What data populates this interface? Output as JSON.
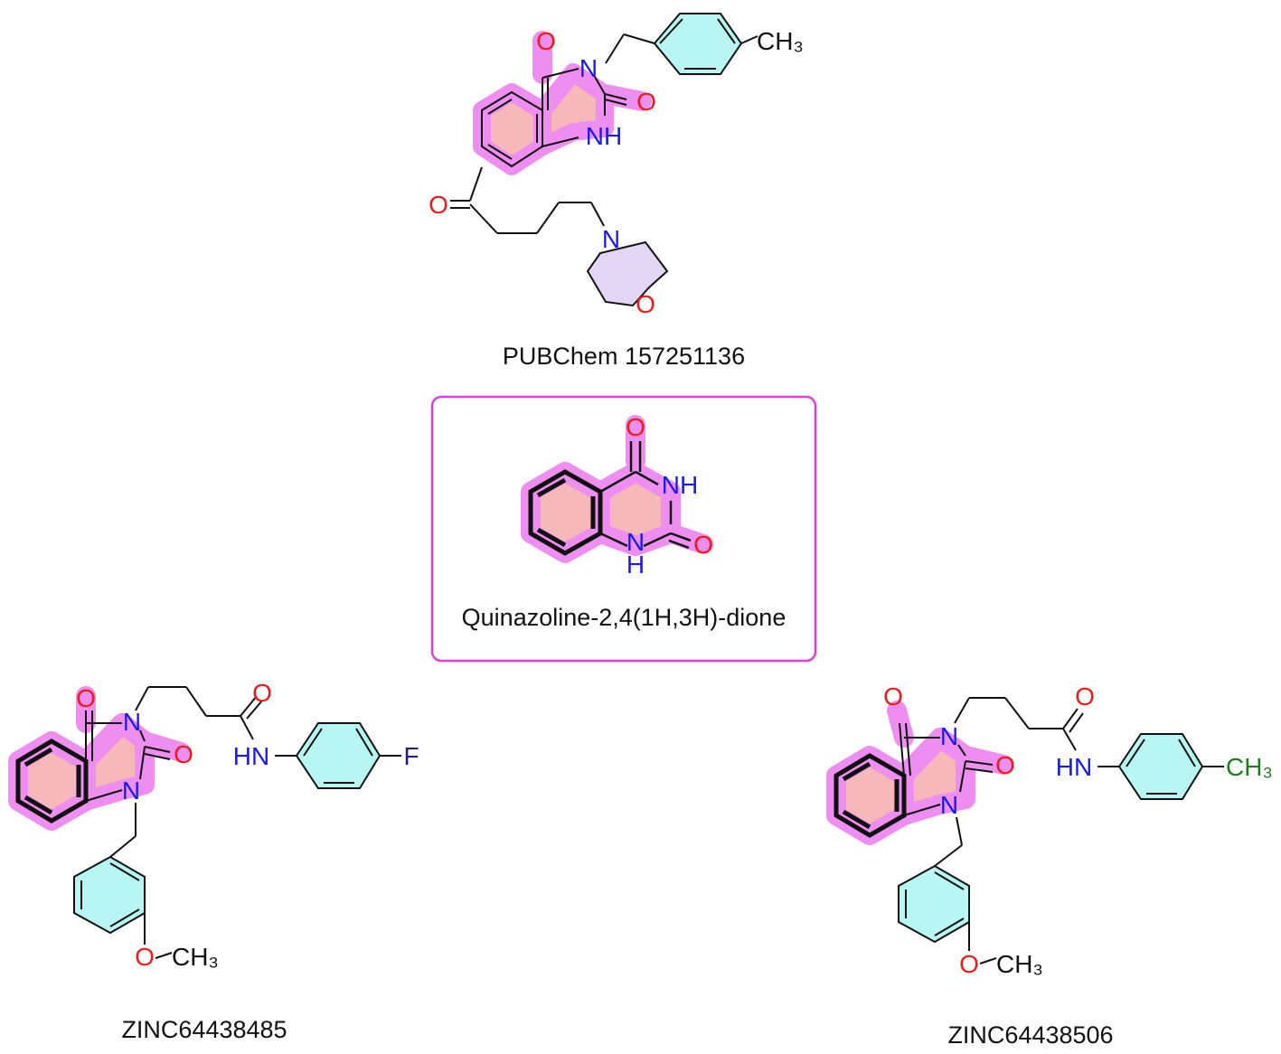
{
  "colors": {
    "highlight": "#ee8ef0",
    "highlight_ring_fill": "#f6b8b8",
    "box_border": "#dd3fe0",
    "phenyl_fill": "#b7f6f2",
    "morpholine_fill": "#e3d6f4",
    "oxygen": "#ee1b1b",
    "nitrogen": "#1a1ae6",
    "fluorine": "#2a1a7a",
    "methyl_green": "#1e7d1e",
    "bond": "#111111"
  },
  "molecules": [
    {
      "id": "pubchem",
      "caption": "PUBChem 157251136",
      "labels": {
        "o_c4": "O",
        "n3": "N",
        "o_c2": "O",
        "nh1": "NH",
        "ch3": "CH₃",
        "o_ketone": "O",
        "n_morph": "N",
        "o_morph": "O"
      }
    },
    {
      "id": "core",
      "caption": "Quinazoline-2,4(1H,3H)-dione",
      "labels": {
        "o_c4": "O",
        "nh3": "NH",
        "o_c2": "O",
        "n1": "N",
        "h1": "H"
      }
    },
    {
      "id": "zinc485",
      "caption": "ZINC64438485",
      "labels": {
        "o_c4": "O",
        "n3": "N",
        "o_c2": "O",
        "n1": "N",
        "o_amide": "O",
        "hn": "HN",
        "para": "F",
        "o_meo": "O",
        "ch3_meo": "CH₃"
      }
    },
    {
      "id": "zinc506",
      "caption": "ZINC64438506",
      "labels": {
        "o_c4": "O",
        "n3": "N",
        "o_c2": "O",
        "n1": "N",
        "o_amide": "O",
        "hn": "HN",
        "para": "CH₃",
        "o_meo": "O",
        "ch3_meo": "CH₃"
      }
    }
  ]
}
